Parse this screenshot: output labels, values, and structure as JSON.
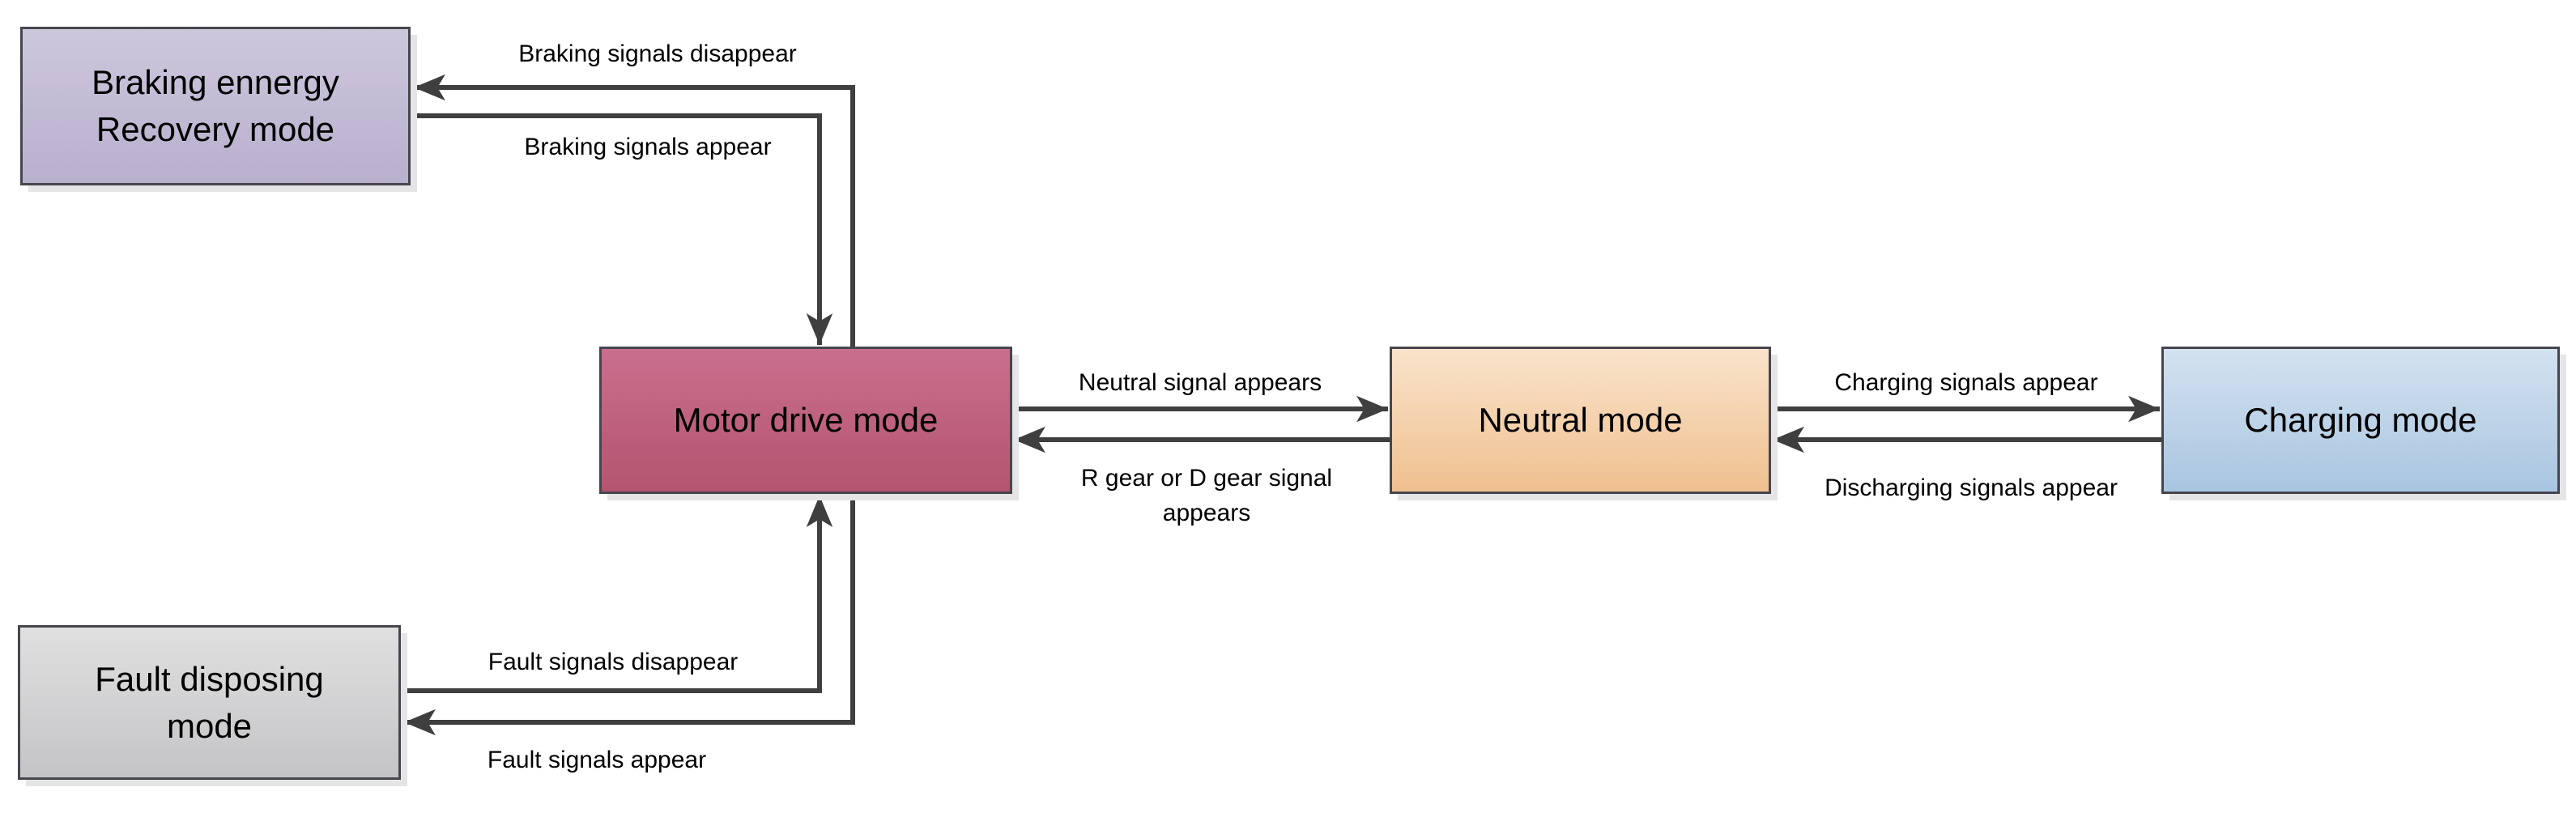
{
  "diagram_title": "",
  "colors": {
    "background": "#ffffff",
    "connector": "#3f3f3f",
    "node_border": "#46464e",
    "node_shadow": "#e5e5e7",
    "braking_fill_top": "#cdc7dc",
    "braking_fill_bottom": "#b9b0cd",
    "motor_fill_top": "#c96f8d",
    "motor_fill_bottom": "#b45470",
    "neutral_fill_top": "#fae3cb",
    "neutral_fill_bottom": "#efc090",
    "charging_fill_top": "#d4e2f0",
    "charging_fill_bottom": "#a8c5e0",
    "fault_fill_top": "#e0e0e0",
    "fault_fill_bottom": "#c4c4c7",
    "text": "#000000"
  },
  "nodes": [
    {
      "id": "braking-energy-recovery",
      "label": "Braking ennergy\nRecovery mode"
    },
    {
      "id": "motor-drive",
      "label": "Motor drive mode"
    },
    {
      "id": "neutral",
      "label": "Neutral mode"
    },
    {
      "id": "charging",
      "label": "Charging mode"
    },
    {
      "id": "fault-disposing",
      "label": "Fault disposing\nmode"
    }
  ],
  "edges": [
    {
      "label": "Braking signals disappear",
      "from": "motor-drive",
      "to": "braking-energy-recovery"
    },
    {
      "label": "Braking signals appear",
      "from": "braking-energy-recovery",
      "to": "motor-drive"
    },
    {
      "label": "Neutral signal appears",
      "from": "motor-drive",
      "to": "neutral"
    },
    {
      "label": "R gear or D gear signal\nappears",
      "from": "neutral",
      "to": "motor-drive"
    },
    {
      "label": "Charging signals appear",
      "from": "neutral",
      "to": "charging"
    },
    {
      "label": "Discharging signals appear",
      "from": "charging",
      "to": "neutral"
    },
    {
      "label": "Fault signals disappear",
      "from": "fault-disposing",
      "to": "motor-drive"
    },
    {
      "label": "Fault signals appear",
      "from": "motor-drive",
      "to": "fault-disposing"
    }
  ]
}
